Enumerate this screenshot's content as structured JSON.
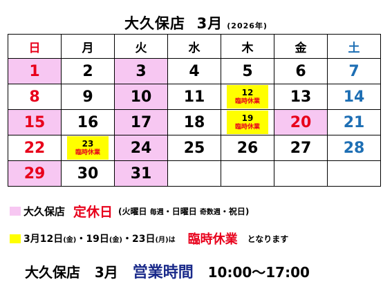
{
  "title": {
    "store": "大久保店",
    "month": "3月",
    "year": "(2026年)"
  },
  "weekdays": [
    "日",
    "月",
    "火",
    "水",
    "木",
    "金",
    "土"
  ],
  "weeks": [
    [
      "1",
      "2",
      "3",
      "4",
      "5",
      "6",
      "7"
    ],
    [
      "8",
      "9",
      "10",
      "11",
      "12",
      "13",
      "14"
    ],
    [
      "15",
      "16",
      "17",
      "18",
      "19",
      "20",
      "21"
    ],
    [
      "22",
      "23",
      "24",
      "25",
      "26",
      "27",
      "28"
    ],
    [
      "29",
      "30",
      "31",
      "",
      "",
      "",
      ""
    ]
  ],
  "temp_closed_label": "臨時休業",
  "colors": {
    "holiday_pink": "#f7c7f2",
    "temp_yellow": "#ffff00",
    "red": "#e8001b",
    "blue": "#1e6fb4",
    "navy": "#1a2a8a"
  },
  "legend1": {
    "store": "大久保店",
    "label": "定休日",
    "note_open": "(火曜日 ",
    "note_small1": "毎週",
    "note_mid": "・日曜日 ",
    "note_small2": "奇数週",
    "note_end": "・祝日)"
  },
  "legend2": {
    "dates": "3月12日",
    "d1": "(金)",
    "p2": "・19日",
    "d2": "(金)",
    "p3": "・23日",
    "d3": "(月)",
    "wa": "は",
    "label": "臨時休業",
    "tail": "となります"
  },
  "hours": {
    "store": "大久保店",
    "month": "3月",
    "label": "営業時間",
    "time": "10:00〜17:00"
  }
}
